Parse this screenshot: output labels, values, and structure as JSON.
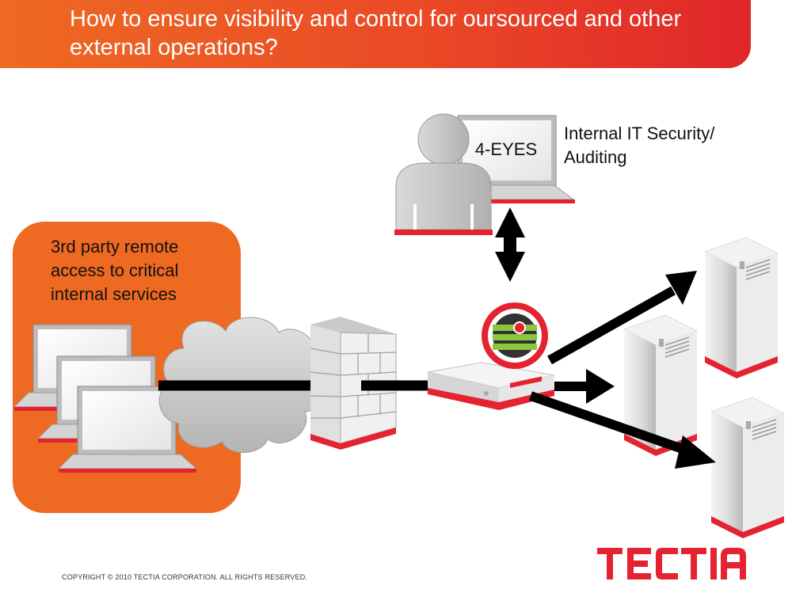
{
  "header": {
    "title": "How to ensure visibility and control for oursourced and other external operations?"
  },
  "diagram": {
    "third_party_label": "3rd party remote access to critical internal services",
    "security_label": "Internal IT Security/ Auditing",
    "eyes_label": "4-EYES"
  },
  "footer": {
    "copyright": "COPYRIGHT © 2010 TECTIA CORPORATION. ALL RIGHTS RESERVED.",
    "logo_text": "TECTIA"
  },
  "colors": {
    "orange": "#ee6a22",
    "red": "#e0262a",
    "brand_red": "#e52330"
  }
}
